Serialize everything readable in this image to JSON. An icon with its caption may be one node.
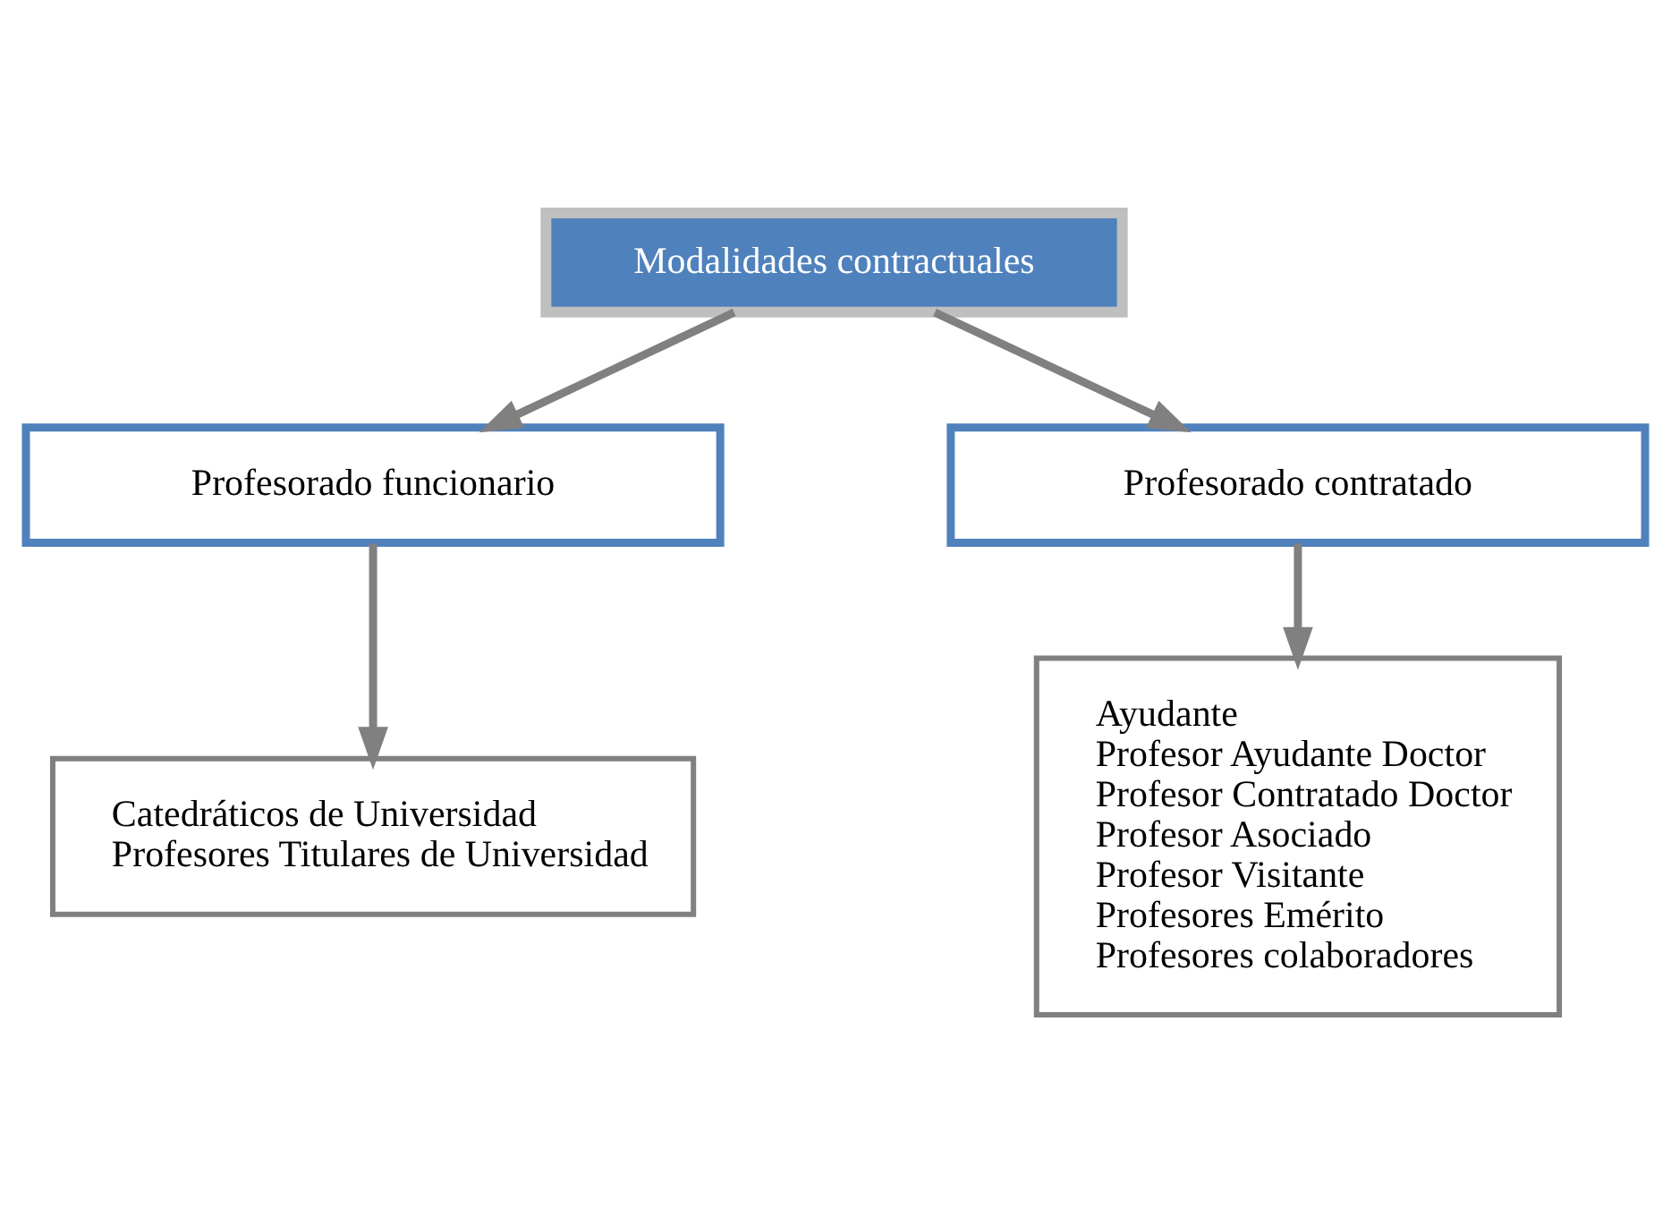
{
  "diagram": {
    "nodes": [
      {
        "text": [
          "Modalidades contractuales"
        ]
      },
      {
        "text": [
          "Profesorado funcionario"
        ]
      },
      {
        "text": [
          "Profesorado contratado"
        ]
      },
      {
        "text": [
          "Catedráticos de Universidad",
          "Profesores Titulares de Universidad"
        ]
      },
      {
        "text": [
          "Ayudante",
          "Profesor Ayudante Doctor",
          "Profesor Contratado Doctor",
          "Profesor Asociado",
          "Profesor Visitante",
          "Profesores Emérito",
          "Profesores colaboradores"
        ]
      }
    ],
    "edges": [
      {
        "from": 0,
        "to": 1,
        "arrow": "to"
      },
      {
        "from": 0,
        "to": 2,
        "arrow": "to"
      },
      {
        "from": 1,
        "to": 3,
        "arrow": "to"
      },
      {
        "from": 2,
        "to": 4,
        "arrow": "to"
      }
    ]
  }
}
